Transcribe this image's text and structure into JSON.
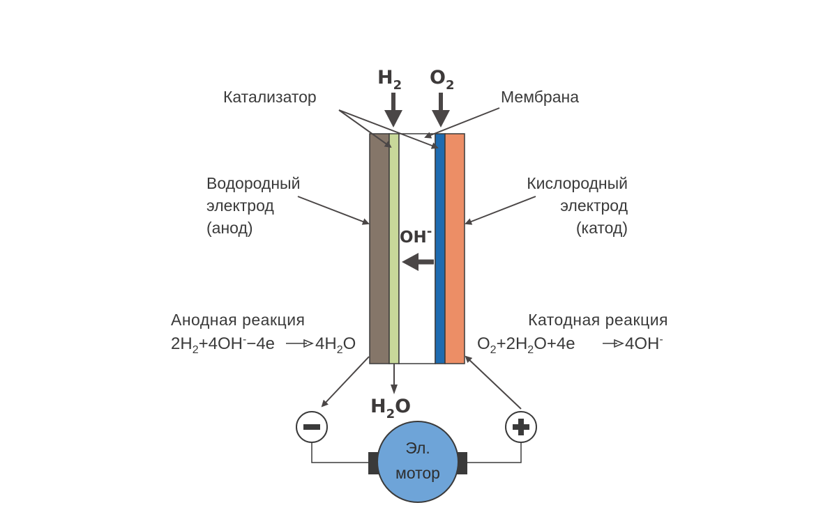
{
  "labels": {
    "catalyst": "Катализатор",
    "membrane": "Мембрана",
    "anode_electrode": [
      "Водородный",
      "электрод",
      "(анод)"
    ],
    "cathode_electrode": [
      "Кислородный",
      "электрод",
      "(катод)"
    ],
    "anode_reaction_title": "Анодная реакция",
    "cathode_reaction_title": "Катодная реакция",
    "ion": "OH",
    "ion_charge": "-"
  },
  "gases": {
    "h2": {
      "sym": "H",
      "sub": "2"
    },
    "o2": {
      "sym": "O",
      "sub": "2"
    },
    "h2o": {
      "sym1": "H",
      "sub": "2",
      "sym2": "O"
    }
  },
  "equations": {
    "anode": {
      "p1": "2H",
      "s1": "2",
      "p2": "+4OH",
      "c1": "-",
      "p3": "−4e",
      "p4": " 4H",
      "s2": "2",
      "p5": "O"
    },
    "cathode": {
      "p1": "O",
      "s1": "2",
      "p2": "+2H",
      "s2": "2",
      "p3": "O+4e",
      "p4": "4OH",
      "c1": "-"
    }
  },
  "motor": {
    "line1": "Эл.",
    "line2": "мотор"
  },
  "terminals": {
    "negative": "−",
    "positive": "+"
  },
  "colors": {
    "anode_electrode": "#857669",
    "anode_catalyst": "#c8d89a",
    "cathode_catalyst": "#1e6bb0",
    "cathode_electrode": "#ec8e66",
    "motor_fill": "#6ea4d8",
    "motor_brush": "#3a3a3a",
    "arrow": "#4a4646",
    "wire": "#3a3a3a"
  }
}
